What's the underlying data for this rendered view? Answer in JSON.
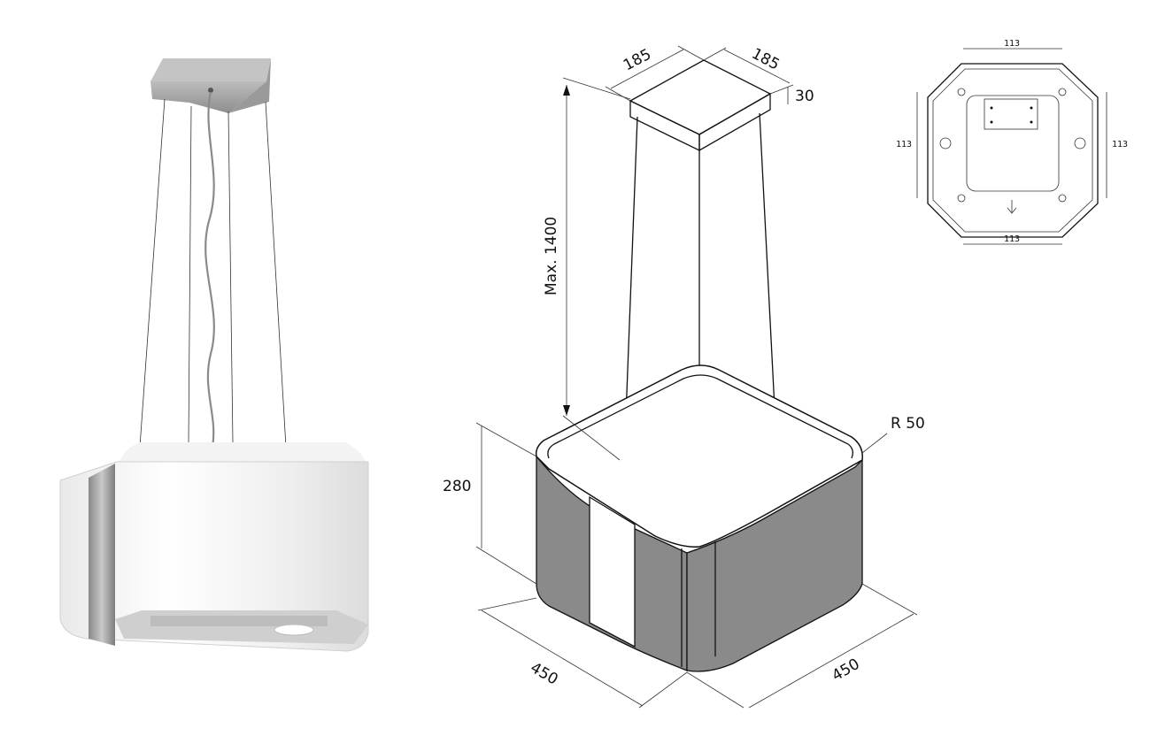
{
  "dimensions": {
    "canopy_width_a": "185",
    "canopy_width_b": "185",
    "canopy_height": "30",
    "max_length": "Max. 1400",
    "hood_height": "280",
    "hood_width_a": "450",
    "hood_width_b": "450",
    "corner_radius": "R 50"
  },
  "bracket_plan": {
    "top": "113",
    "bottom": "113",
    "left": "113",
    "right": "113"
  },
  "colors": {
    "panel_grey": "#8a8a8a",
    "steel": "#a9a9a9"
  }
}
